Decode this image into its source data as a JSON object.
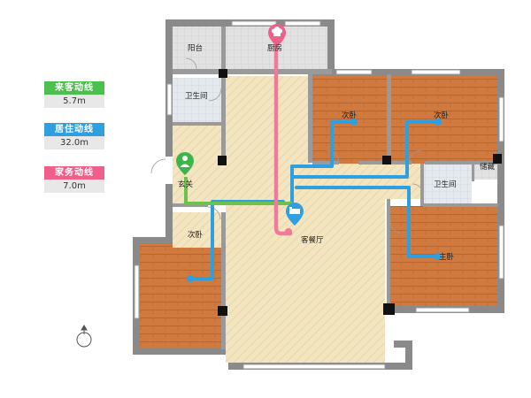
{
  "legend": {
    "guest": {
      "label": "来客动线",
      "value": "5.7m",
      "color": "#4cbf4c"
    },
    "living": {
      "label": "居住动线",
      "value": "32.0m",
      "color": "#2f9fe0"
    },
    "chores": {
      "label": "家务动线",
      "value": "7.0m",
      "color": "#ef5f8a"
    }
  },
  "rooms": {
    "balcony": "阳台",
    "kitchen": "厨房",
    "bath_left": "卫生间",
    "bedroom_top_mid": "次卧",
    "bedroom_top_right": "次卧",
    "storage": "储藏",
    "entrance": "玄关",
    "bath_right": "卫生间",
    "living_dining": "客餐厅",
    "bedroom_left": "次卧",
    "master_bedroom": "主卧"
  },
  "colors": {
    "wood": "#d07a40",
    "hatch_floor": "#f3e5c0",
    "tile": "#dcdcdc",
    "wall": "#8a8a8a",
    "pillar": "#111111"
  },
  "icons": [
    "compass-icon",
    "person-icon",
    "bed-icon",
    "chef-hat-icon"
  ]
}
